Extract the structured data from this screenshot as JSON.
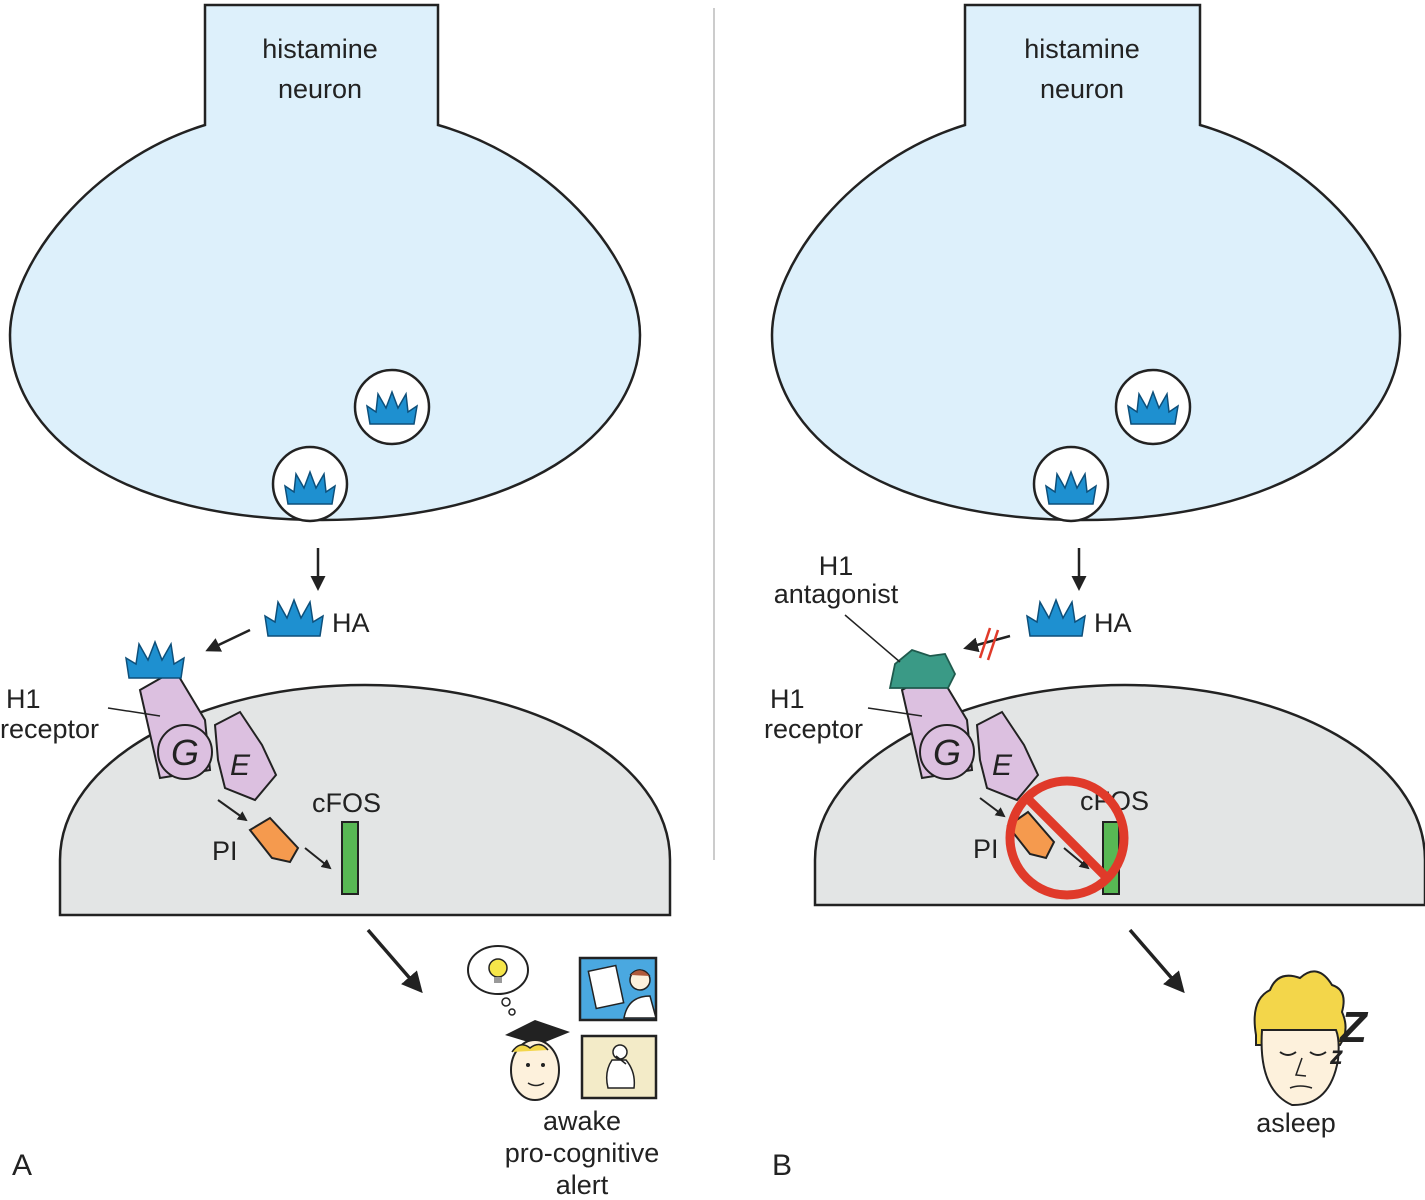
{
  "panels": [
    {
      "letter": "A",
      "neuron_label": [
        "histamine",
        "neuron"
      ],
      "ligand_label": "HA",
      "receptor_label": [
        "H1",
        "receptor"
      ],
      "g_label": "G",
      "e_label": "E",
      "pi_label": "PI",
      "cfos_label": "cFOS",
      "outcome_lines": [
        "awake",
        "pro-cognitive",
        "alert"
      ]
    },
    {
      "letter": "B",
      "neuron_label": [
        "histamine",
        "neuron"
      ],
      "ligand_label": "HA",
      "antagonist_label": [
        "H1",
        "antagonist"
      ],
      "receptor_label": [
        "H1",
        "receptor"
      ],
      "g_label": "G",
      "e_label": "E",
      "pi_label": "PI",
      "cfos_label": "cFOS",
      "outcome_lines": [
        "asleep"
      ],
      "sleep_letters": [
        "Z",
        "z"
      ]
    }
  ],
  "colors": {
    "neuron_fill": "#ddf0fb",
    "target_cell_fill": "#e3e5e5",
    "histamine_blue": "#1e90d0",
    "antagonist_teal": "#3a9a86",
    "receptor_lilac": "#dcc0e0",
    "pi_orange": "#f59a4e",
    "cfos_green": "#58b854",
    "block_red": "#e03a2a"
  },
  "icons": [
    "lightbulb-thought-icon",
    "graduate-icon",
    "doctor-clipboard-icon",
    "thinker-statue-icon",
    "sleeping-face-icon"
  ]
}
